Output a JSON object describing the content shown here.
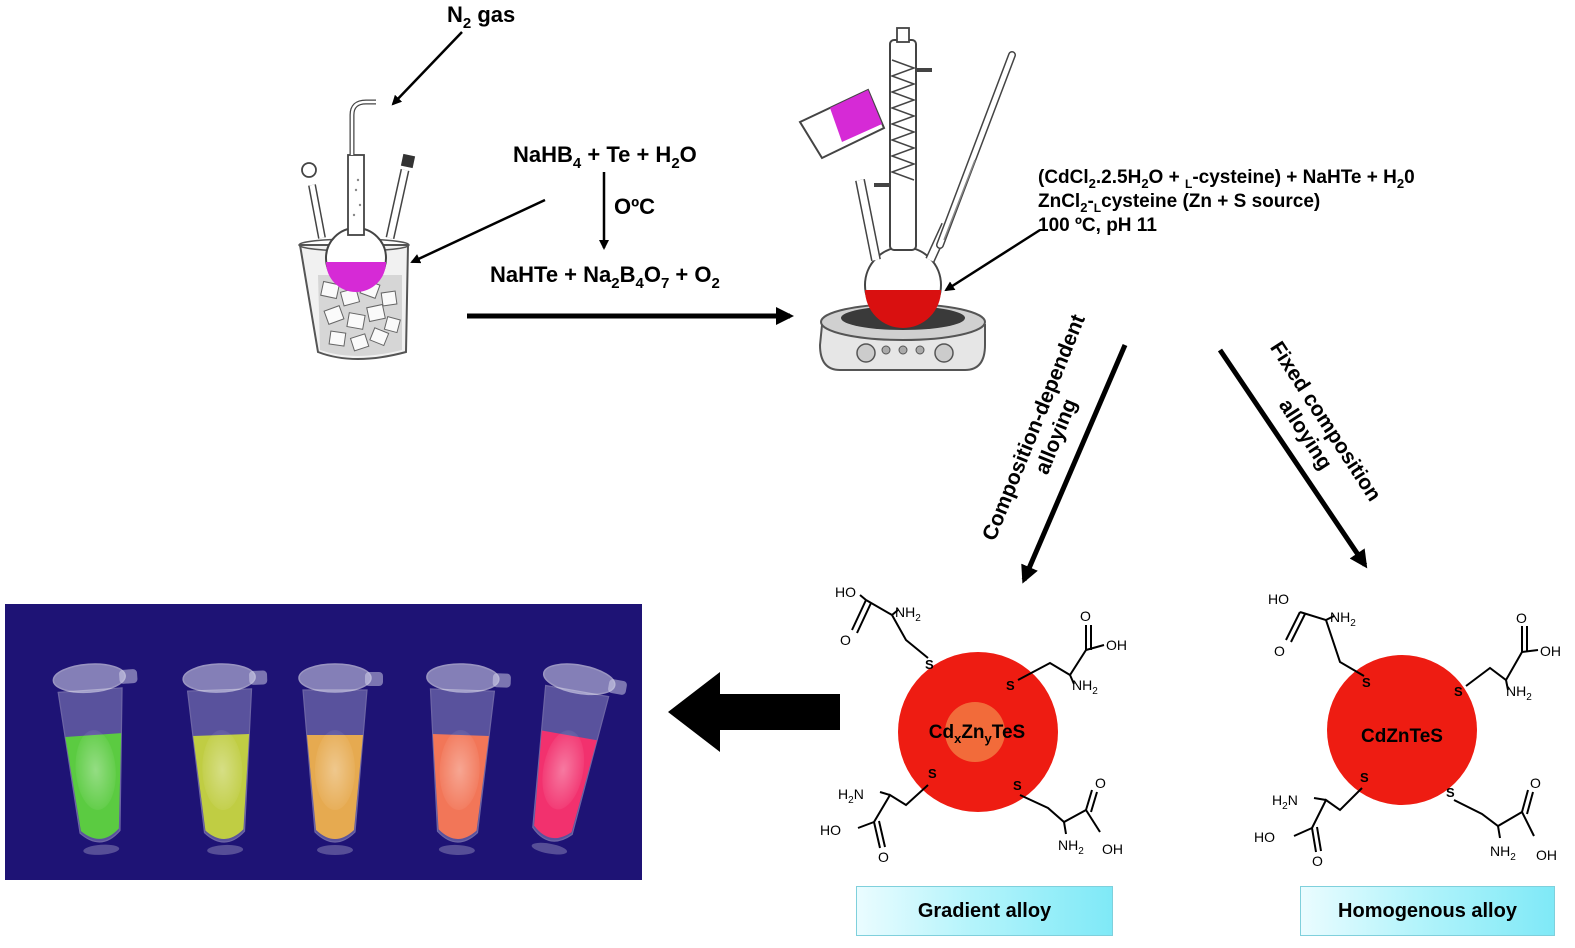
{
  "top": {
    "gas_label": "N",
    "gas_sub": "2",
    "gas_word": "gas"
  },
  "reaction1": {
    "line1": {
      "a": "NaHB",
      "a_sub": "4",
      "b": " + Te + H",
      "b_sub": "2",
      "c": "O"
    },
    "condition": "OºC",
    "line2": {
      "a": "NaHTe + Na",
      "a_sub": "2",
      "b": "B",
      "b_sub": "4",
      "c": "O",
      "c_sub": "7",
      "d": " + O",
      "d_sub": "2"
    }
  },
  "reaction2": {
    "line1": {
      "a": "(CdCl",
      "a_sub": "2",
      "b": ".2.5H",
      "b_sub": "2",
      "c": "O + ",
      "c_sc": "L",
      "d": "-cysteine) + NaHTe + H",
      "d_sub": "2",
      "e": "0"
    },
    "line2": {
      "a": "ZnCl",
      "a_sub": "2",
      "b": "-",
      "b_sc": "L",
      "c": "cysteine (Zn + S source)"
    },
    "line3": "100 ºC, pH 11"
  },
  "branch_left": {
    "line1": "Composition-dependent",
    "line2": "alloying"
  },
  "branch_right": {
    "line1": "Fixed composition",
    "line2": "alloying"
  },
  "particle_gradient": {
    "core_a": "Cd",
    "core_a_sub": "x",
    "core_b": "Zn",
    "core_b_sub": "y",
    "core_c": "TeS",
    "label": "Gradient alloy"
  },
  "particle_homogenous": {
    "core": "CdZnTeS",
    "label": "Homogenous alloy"
  },
  "ligand": {
    "S": "S",
    "HO": "HO",
    "OH": "OH",
    "O": "O",
    "NH": "NH",
    "NH_sub": "2",
    "H2N_a": "H",
    "H2N_sub": "2",
    "H2N_b": "N"
  },
  "colors": {
    "particle_shell": "#ee1c12",
    "particle_core": "#f26b3a",
    "flask_magenta": "#d62ad6",
    "flask_red": "#d91010",
    "box_cyan": "#7fe9f7",
    "photo_bg": "#17106a",
    "tube_colors": [
      "#5bd63a",
      "#c9d83c",
      "#f2b24a",
      "#ff7a52",
      "#ff2f6a"
    ]
  },
  "icons": [
    "three-neck-flask-icon",
    "ice-bath-beaker-icon",
    "reflux-condenser-icon",
    "thermometer-icon",
    "hot-plate-icon",
    "pouring-beaker-icon",
    "eppendorf-tube-icon"
  ]
}
